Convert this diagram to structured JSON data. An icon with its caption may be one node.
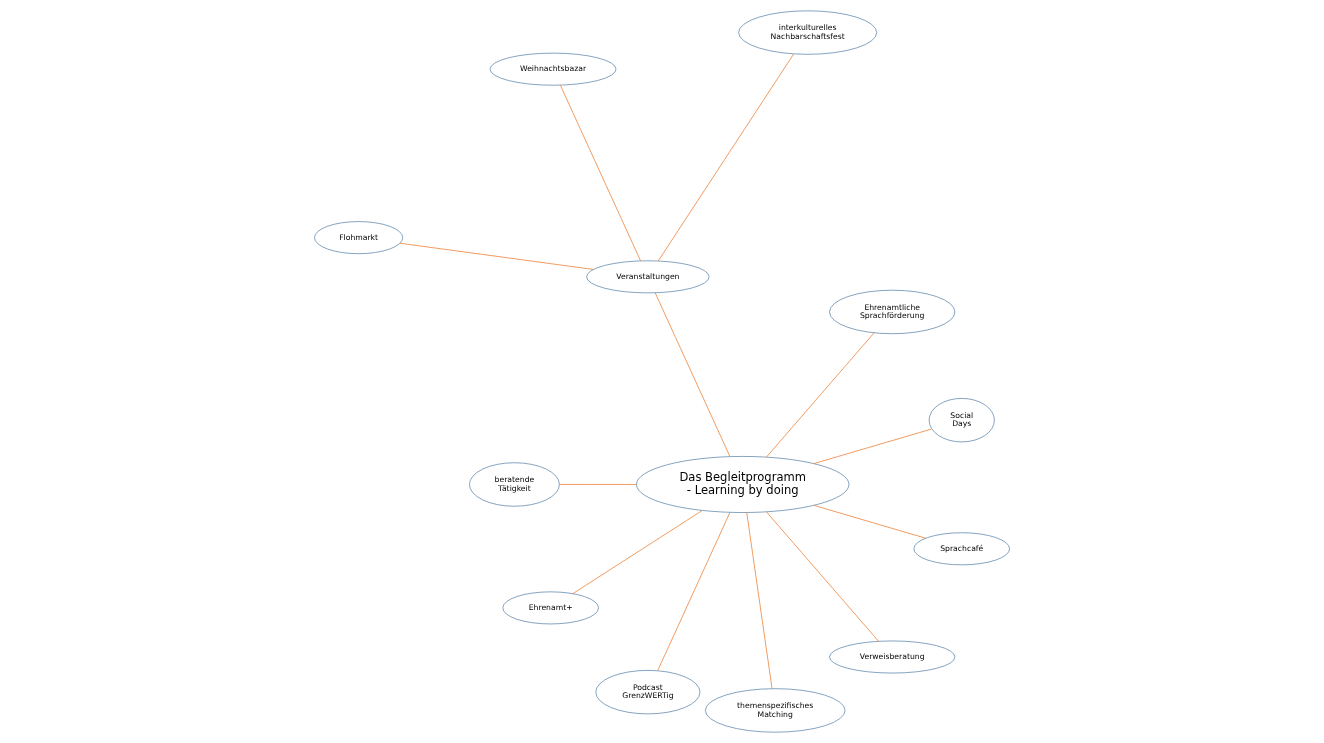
{
  "diagram": {
    "nodes": [
      {
        "text": [
          "Das Begleitprogramm - Learning by doing"
        ]
      },
      {
        "text": [
          "Social Days"
        ]
      },
      {
        "text": [
          "Ehrenamtliche Sprachförderung"
        ]
      },
      {
        "text": [
          "Veranstaltungen"
        ]
      },
      {
        "text": [
          "interkulturelles Nachbarschaftsfest"
        ]
      },
      {
        "text": [
          "Weihnachtsbazar"
        ]
      },
      {
        "text": [
          "Flohmarkt"
        ]
      },
      {
        "text": [
          "beratende Tätigkeit"
        ]
      },
      {
        "text": [
          "Ehrenamt+"
        ]
      },
      {
        "text": [
          "Podcast GrenzWERTig"
        ]
      },
      {
        "text": [
          "themenspezifisches Matching"
        ]
      },
      {
        "text": [
          "Verweisberatung"
        ]
      },
      {
        "text": [
          "Sprachcafé"
        ]
      }
    ],
    "edges": [
      {
        "from": 0,
        "to": 1,
        "arrow": "none"
      },
      {
        "from": 0,
        "to": 2,
        "arrow": "none"
      },
      {
        "from": 0,
        "to": 3,
        "arrow": "none"
      },
      {
        "from": 3,
        "to": 4,
        "arrow": "none"
      },
      {
        "from": 3,
        "to": 5,
        "arrow": "none"
      },
      {
        "from": 3,
        "to": 6,
        "arrow": "none"
      },
      {
        "from": 0,
        "to": 7,
        "arrow": "none"
      },
      {
        "from": 0,
        "to": 8,
        "arrow": "none"
      },
      {
        "from": 0,
        "to": 9,
        "arrow": "none"
      },
      {
        "from": 0,
        "to": 10,
        "arrow": "none"
      },
      {
        "from": 0,
        "to": 11,
        "arrow": "none"
      },
      {
        "from": 0,
        "to": 12,
        "arrow": "none"
      }
    ]
  }
}
